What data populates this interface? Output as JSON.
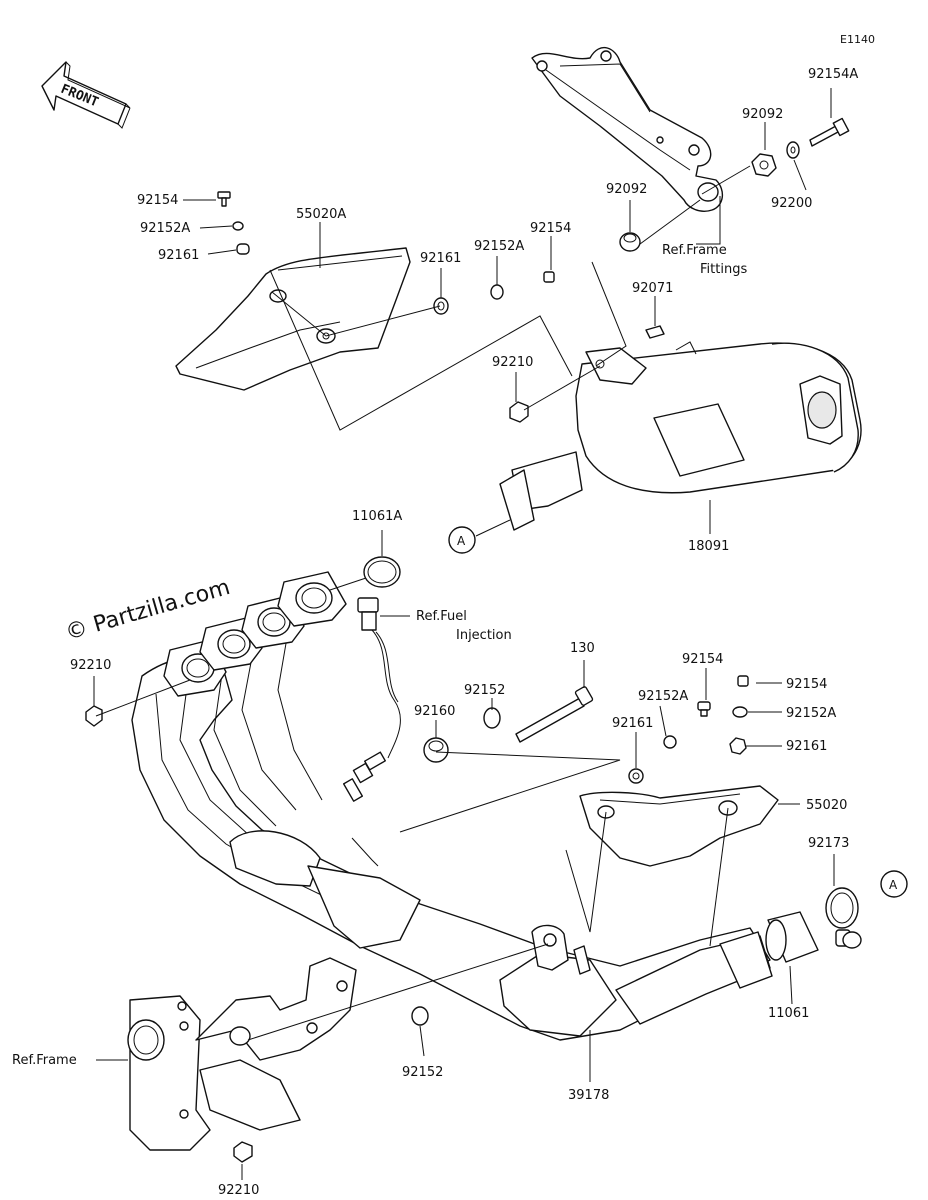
{
  "diagram_code": "E1140",
  "watermark": "© Partzilla.com",
  "front_label": "FRONT",
  "callout_letter": "A",
  "refs": {
    "frame_fittings_1": "Ref.Frame",
    "frame_fittings_2": "Fittings",
    "fuel_1": "Ref.Fuel",
    "fuel_2": "Injection",
    "frame": "Ref.Frame"
  },
  "parts": {
    "p92154A": "92154A",
    "p92092_right": "92092",
    "p92200": "92200",
    "p92092_left": "92092",
    "p92154_tl": "92154",
    "p92152A_tl": "92152A",
    "p92161_tl": "92161",
    "p55020A": "55020A",
    "p92161_mid": "92161",
    "p92152A_mid": "92152A",
    "p92154_mid": "92154",
    "p92071": "92071",
    "p92210_top": "92210",
    "p18091": "18091",
    "p11061A": "11061A",
    "p92210_left": "92210",
    "p130": "130",
    "p92154_r": "92154",
    "p92154_rr": "92154",
    "p92152A_r": "92152A",
    "p92152A_rr": "92152A",
    "p92152_c": "92152",
    "p92160": "92160",
    "p92161_r": "92161",
    "p92161_rr": "92161",
    "p55020": "55020",
    "p92173": "92173",
    "p11061": "11061",
    "p92152_b": "92152",
    "p39178": "39178",
    "p92210_b": "92210"
  }
}
